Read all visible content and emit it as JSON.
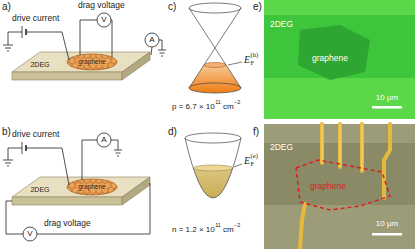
{
  "diagram": {
    "nodes": [
      {
        "text": [
          "2DEG",
          "graphene",
          "10 μm"
        ]
      },
      {
        "text": [
          "2DEG",
          "graphene",
          "10 μm"
        ]
      }
    ],
    "labels": [
      "a)",
      "drive current",
      "drag voltage",
      "V",
      "A",
      "graphene",
      "2DEG",
      "b)",
      "drive current",
      "A",
      "graphene",
      "2DEG",
      "drag voltage",
      "V",
      "c)",
      "E",
      "F",
      "(h)",
      "p = 6.7 × 10",
      "11",
      "cm",
      "−2",
      "d)",
      "E",
      "F",
      "(e)",
      "n = 1.2 × 10",
      "11",
      "cm",
      "−2",
      "e)",
      "f)"
    ]
  }
}
